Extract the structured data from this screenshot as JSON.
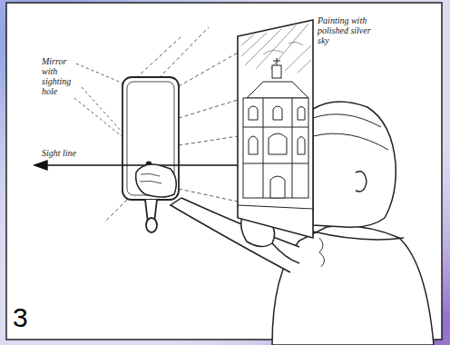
{
  "diagram": {
    "labels": [
      "Mirror with sighting hole",
      "Sight line",
      "Painting with polished silver sky",
      "3"
    ]
  }
}
